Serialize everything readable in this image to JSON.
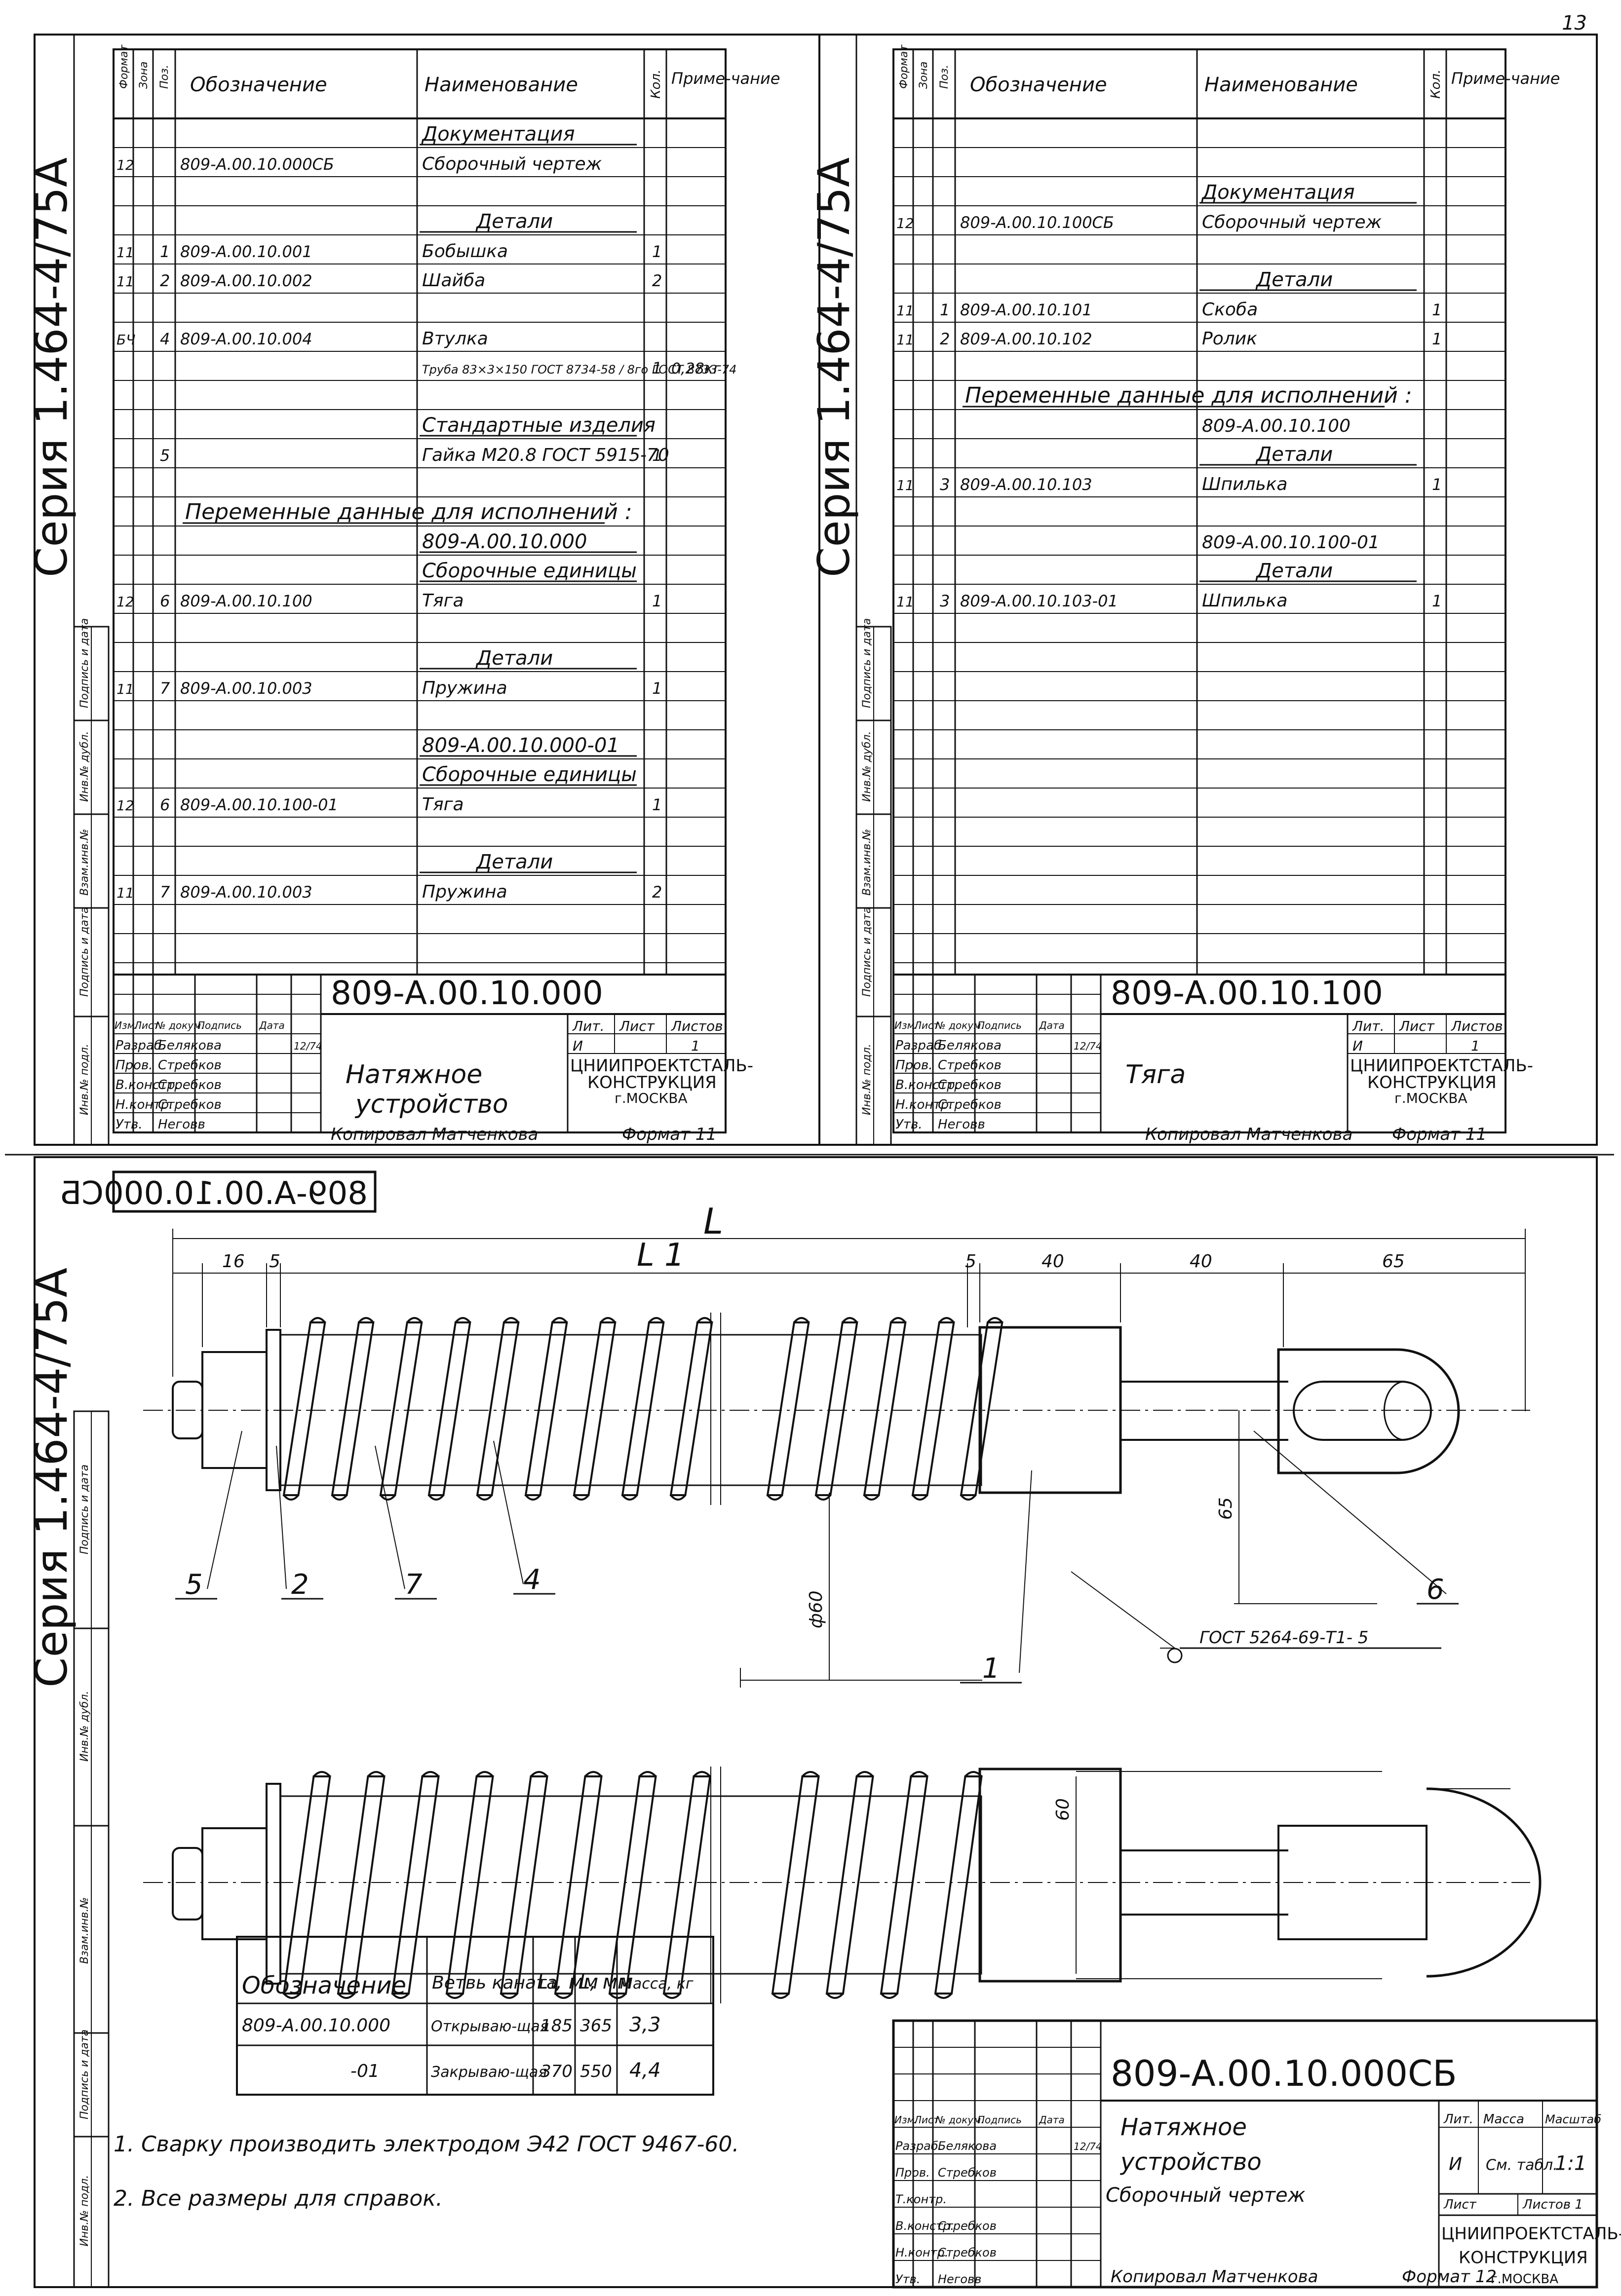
{
  "page_number": "13",
  "series_label": "Серия 1.464-4/75А",
  "side_labels": [
    "Инв.№ подл.",
    "Подпись и дата",
    "Взам.инв.№",
    "Инв.№ дубл.",
    "Подпись и дата"
  ],
  "spec_headers": {
    "format": "Формат",
    "zone": "Зона",
    "pos": "Поз.",
    "designation": "Обозначение",
    "name": "Наименование",
    "qty": "Кол.",
    "note": "Приме-чание"
  },
  "left_spec": {
    "rows": [
      {
        "f": "",
        "z": "",
        "p": "",
        "d": "",
        "n": "Документация",
        "q": "",
        "r": "",
        "u": true
      },
      {
        "f": "12",
        "z": "",
        "p": "",
        "d": "809-А.00.10.000СБ",
        "n": "Сборочный чертеж",
        "q": "",
        "r": ""
      },
      {
        "f": "",
        "z": "",
        "p": "",
        "d": "",
        "n": "",
        "q": "",
        "r": ""
      },
      {
        "f": "",
        "z": "",
        "p": "",
        "d": "",
        "n": "Детали",
        "q": "",
        "r": "",
        "u": true,
        "c": true
      },
      {
        "f": "11",
        "z": "",
        "p": "1",
        "d": "809-А.00.10.001",
        "n": "Бобышка",
        "q": "1",
        "r": ""
      },
      {
        "f": "11",
        "z": "",
        "p": "2",
        "d": "809-А.00.10.002",
        "n": "Шайба",
        "q": "2",
        "r": ""
      },
      {
        "f": "",
        "z": "",
        "p": "",
        "d": "",
        "n": "",
        "q": "",
        "r": ""
      },
      {
        "f": "БЧ",
        "z": "",
        "p": "4",
        "d": "809-А.00.10.004",
        "n": "Втулка",
        "q": "",
        "r": ""
      },
      {
        "f": "",
        "z": "",
        "p": "",
        "d": "",
        "n": "Труба 83×3×150 ГОСТ 8734-58 / 8го ГОСТ 8733-74",
        "q": "1",
        "r": "0,28кг"
      },
      {
        "f": "",
        "z": "",
        "p": "",
        "d": "",
        "n": "",
        "q": "",
        "r": ""
      },
      {
        "f": "",
        "z": "",
        "p": "",
        "d": "",
        "n": "Стандартные изделия",
        "q": "",
        "r": "",
        "u": true
      },
      {
        "f": "",
        "z": "",
        "p": "5",
        "d": "",
        "n": "Гайка М20.8 ГОСТ 5915-70",
        "q": "1",
        "r": ""
      },
      {
        "f": "",
        "z": "",
        "p": "",
        "d": "",
        "n": "",
        "q": "",
        "r": ""
      },
      {
        "f": "",
        "z": "",
        "p": "",
        "d": "Переменные данные для исполнений :",
        "n": "",
        "q": "",
        "r": "",
        "u": true,
        "span": true
      },
      {
        "f": "",
        "z": "",
        "p": "",
        "d": "",
        "n": "809-А.00.10.000",
        "q": "",
        "r": "",
        "u": true
      },
      {
        "f": "",
        "z": "",
        "p": "",
        "d": "",
        "n": "Сборочные единицы",
        "q": "",
        "r": "",
        "u": true
      },
      {
        "f": "12",
        "z": "",
        "p": "6",
        "d": "809-А.00.10.100",
        "n": "Тяга",
        "q": "1",
        "r": ""
      },
      {
        "f": "",
        "z": "",
        "p": "",
        "d": "",
        "n": "",
        "q": "",
        "r": ""
      },
      {
        "f": "",
        "z": "",
        "p": "",
        "d": "",
        "n": "Детали",
        "q": "",
        "r": "",
        "u": true,
        "c": true
      },
      {
        "f": "11",
        "z": "",
        "p": "7",
        "d": "809-А.00.10.003",
        "n": "Пружина",
        "q": "1",
        "r": ""
      },
      {
        "f": "",
        "z": "",
        "p": "",
        "d": "",
        "n": "",
        "q": "",
        "r": ""
      },
      {
        "f": "",
        "z": "",
        "p": "",
        "d": "",
        "n": "809-А.00.10.000-01",
        "q": "",
        "r": "",
        "u": true
      },
      {
        "f": "",
        "z": "",
        "p": "",
        "d": "",
        "n": "Сборочные единицы",
        "q": "",
        "r": "",
        "u": true
      },
      {
        "f": "12",
        "z": "",
        "p": "6",
        "d": "809-А.00.10.100-01",
        "n": "Тяга",
        "q": "1",
        "r": ""
      },
      {
        "f": "",
        "z": "",
        "p": "",
        "d": "",
        "n": "",
        "q": "",
        "r": ""
      },
      {
        "f": "",
        "z": "",
        "p": "",
        "d": "",
        "n": "Детали",
        "q": "",
        "r": "",
        "u": true,
        "c": true
      },
      {
        "f": "11",
        "z": "",
        "p": "7",
        "d": "809-А.00.10.003",
        "n": "Пружина",
        "q": "2",
        "r": ""
      }
    ],
    "stamp": {
      "code": "809-А.00.10.000",
      "title1": "Натяжное",
      "title2": "устройство",
      "lit_header": "Лит.",
      "sheet_header": "Лист",
      "sheets_header": "Листов",
      "lit": "И",
      "sheets": "1",
      "org1": "ЦНИИПРОЕКТСТАЛЬ-",
      "org2": "КОНСТРУКЦИЯ",
      "city": "г.МОСКВА"
    }
  },
  "right_spec": {
    "rows": [
      {
        "f": "",
        "z": "",
        "p": "",
        "d": "",
        "n": "",
        "q": "",
        "r": ""
      },
      {
        "f": "",
        "z": "",
        "p": "",
        "d": "",
        "n": "",
        "q": "",
        "r": ""
      },
      {
        "f": "",
        "z": "",
        "p": "",
        "d": "",
        "n": "Документация",
        "q": "",
        "r": "",
        "u": true
      },
      {
        "f": "12",
        "z": "",
        "p": "",
        "d": "809-А.00.10.100СБ",
        "n": "Сборочный чертеж",
        "q": "",
        "r": ""
      },
      {
        "f": "",
        "z": "",
        "p": "",
        "d": "",
        "n": "",
        "q": "",
        "r": ""
      },
      {
        "f": "",
        "z": "",
        "p": "",
        "d": "",
        "n": "Детали",
        "q": "",
        "r": "",
        "u": true,
        "c": true
      },
      {
        "f": "11",
        "z": "",
        "p": "1",
        "d": "809-А.00.10.101",
        "n": "Скоба",
        "q": "1",
        "r": ""
      },
      {
        "f": "11",
        "z": "",
        "p": "2",
        "d": "809-А.00.10.102",
        "n": "Ролик",
        "q": "1",
        "r": ""
      },
      {
        "f": "",
        "z": "",
        "p": "",
        "d": "",
        "n": "",
        "q": "",
        "r": ""
      },
      {
        "f": "",
        "z": "",
        "p": "",
        "d": "Переменные данные для исполнений :",
        "n": "",
        "q": "",
        "r": "",
        "u": true,
        "span": true
      },
      {
        "f": "",
        "z": "",
        "p": "",
        "d": "",
        "n": "809-А.00.10.100",
        "q": "",
        "r": ""
      },
      {
        "f": "",
        "z": "",
        "p": "",
        "d": "",
        "n": "Детали",
        "q": "",
        "r": "",
        "u": true,
        "c": true
      },
      {
        "f": "11",
        "z": "",
        "p": "3",
        "d": "809-А.00.10.103",
        "n": "Шпилька",
        "q": "1",
        "r": ""
      },
      {
        "f": "",
        "z": "",
        "p": "",
        "d": "",
        "n": "",
        "q": "",
        "r": ""
      },
      {
        "f": "",
        "z": "",
        "p": "",
        "d": "",
        "n": "809-А.00.10.100-01",
        "q": "",
        "r": ""
      },
      {
        "f": "",
        "z": "",
        "p": "",
        "d": "",
        "n": "Детали",
        "q": "",
        "r": "",
        "u": true,
        "c": true
      },
      {
        "f": "11",
        "z": "",
        "p": "3",
        "d": "809-А.00.10.103-01",
        "n": "Шпилька",
        "q": "1",
        "r": ""
      }
    ],
    "stamp": {
      "code": "809-А.00.10.100",
      "title1": "Тяга",
      "title2": "",
      "lit_header": "Лит.",
      "sheet_header": "Лист",
      "sheets_header": "Листов",
      "lit": "И",
      "sheets": "1",
      "org1": "ЦНИИПРОЕКТСТАЛЬ-",
      "org2": "КОНСТРУКЦИЯ",
      "city": "г.МОСКВА"
    }
  },
  "stamp_rows": {
    "header": [
      "Изм.",
      "Лист",
      "№ докум.",
      "Подпись",
      "Дата"
    ],
    "roles": [
      {
        "role": "Разраб.",
        "name": "Белякова"
      },
      {
        "role": "Пров.",
        "name": "Стребков"
      },
      {
        "role": "В.констр.",
        "name": "Стребков"
      },
      {
        "role": "Н.контр.",
        "name": "Стребков"
      },
      {
        "role": "Утв.",
        "name": "Неговв"
      }
    ],
    "date": "12/74"
  },
  "copied_by": "Копировал  Матченкова",
  "format_left": "Формат  11",
  "format_right": "Формат  11",
  "format_bottom": "Формат  12",
  "drawing": {
    "code_box": "809-А.00.10.000СБ",
    "dims": {
      "L": "L",
      "L1": "L 1",
      "d16": "16",
      "d5a": "5",
      "d5b": "5",
      "d40a": "40",
      "d40b": "40",
      "d65": "65",
      "d65v": "65",
      "d60": "60",
      "dia60": "ф60"
    },
    "callouts": [
      "5",
      "2",
      "7",
      "4",
      "1",
      "6"
    ],
    "weld_note": "ГОСТ 5264-69-Т1- 5"
  },
  "variant_table": {
    "headers": [
      "Обозначение",
      "Ветвь каната",
      "L₁, мм",
      "L, мм",
      "Масса, кг"
    ],
    "rows": [
      [
        "809-А.00.10.000",
        "Открываю-щая",
        "185",
        "365",
        "3,3"
      ],
      [
        "-01",
        "Закрываю-щая",
        "370",
        "550",
        "4,4"
      ]
    ]
  },
  "notes": [
    "1. Сварку производить электродом Э42 ГОСТ 9467-60.",
    "2. Все размеры для справок."
  ],
  "main_stamp": {
    "code": "809-А.00.10.000СБ",
    "title1": "Натяжное",
    "title2": "устройство",
    "title3": "Сборочный чертеж",
    "lit_header": "Лит.",
    "mass_header": "Масса",
    "scale_header": "Масштаб",
    "lit": "И",
    "mass": "См. табл.",
    "scale": "1:1",
    "sheet_label": "Лист",
    "sheets_label": "Листов 1",
    "org1": "ЦНИИПРОЕКТСТАЛЬ-",
    "org2": "КОНСТРУКЦИЯ",
    "city": "г.МОСКВА"
  },
  "main_stamp_roles": [
    {
      "role": "Разраб.",
      "name": "Белякова"
    },
    {
      "role": "Пров.",
      "name": "Стребков"
    },
    {
      "role": "Т.контр.",
      "name": ""
    },
    {
      "role": "В.констр.",
      "name": "Стребков"
    },
    {
      "role": "Н.контр.",
      "name": "Стребков"
    },
    {
      "role": "Утв.",
      "name": "Неговв"
    }
  ]
}
